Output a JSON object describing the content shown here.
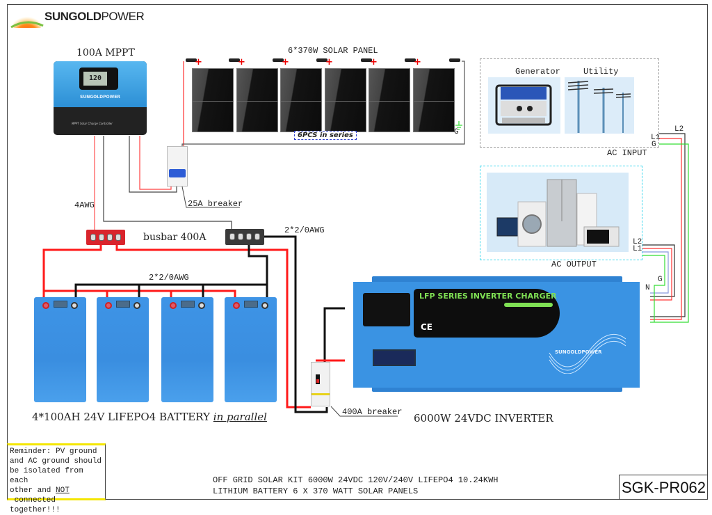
{
  "brand": {
    "name_bold": "SUNGOLD",
    "name_thin": "POWER"
  },
  "controller": {
    "title": "100A MPPT",
    "display_value": "120",
    "brand_label": "SUNGOLDPOWER",
    "subtitle": "MPPT Solar Charge Controller"
  },
  "solar": {
    "title": "6*370W SOLAR PANEL",
    "panel_count": 6,
    "series_note": "6PCS in series",
    "ground_label": "G"
  },
  "pv_breaker": {
    "label": "25A breaker"
  },
  "wiring": {
    "pv_cable": "4AWG",
    "busbar_cable": "2*2/0AWG",
    "battery_cable": "2*2/0AWG"
  },
  "busbar": {
    "label": "busbar 400A"
  },
  "batteries": {
    "count": 4,
    "label": "4*100AH 24V LIFEPO4 BATTERY",
    "label_emph": "in parallel"
  },
  "battery_breaker": {
    "label": "400A breaker"
  },
  "inverter": {
    "title": "6000W 24VDC INVERTER",
    "panel_title": "LFP SERIES INVERTER CHARGER",
    "ce_mark": "CE",
    "brand_label": "SUNGOLDPOWER"
  },
  "ac_input": {
    "label": "AC INPUT",
    "sources": [
      "Generator",
      "Utility"
    ],
    "terminals": [
      "L2",
      "L1",
      "G"
    ]
  },
  "ac_output": {
    "label": "AC OUTPUT",
    "terminals": [
      "L2",
      "L1"
    ],
    "inverter_terminals": [
      "N",
      "G"
    ]
  },
  "reminder": {
    "line1": "Reminder: PV ground",
    "line2": "and AC ground should",
    "line3": "be isolated from each",
    "line4_pre": "other and ",
    "line4_emph": "NOT",
    "line4_post": " connected",
    "line5": "together!!!"
  },
  "footer": {
    "line1": "OFF GRID SOLAR KIT 6000W 24VDC 120V/240V LIFEPO4 10.24KWH",
    "line2": "LITHIUM BATTERY 6 X 370 WATT SOLAR PANELS",
    "model_code": "SGK-PR062"
  },
  "colors": {
    "positive_wire": "#ff2020",
    "negative_wire": "#111111",
    "ground_wire": "#33dd33",
    "neutral_wire": "#8899dd",
    "device_blue": "#3a93e3"
  }
}
